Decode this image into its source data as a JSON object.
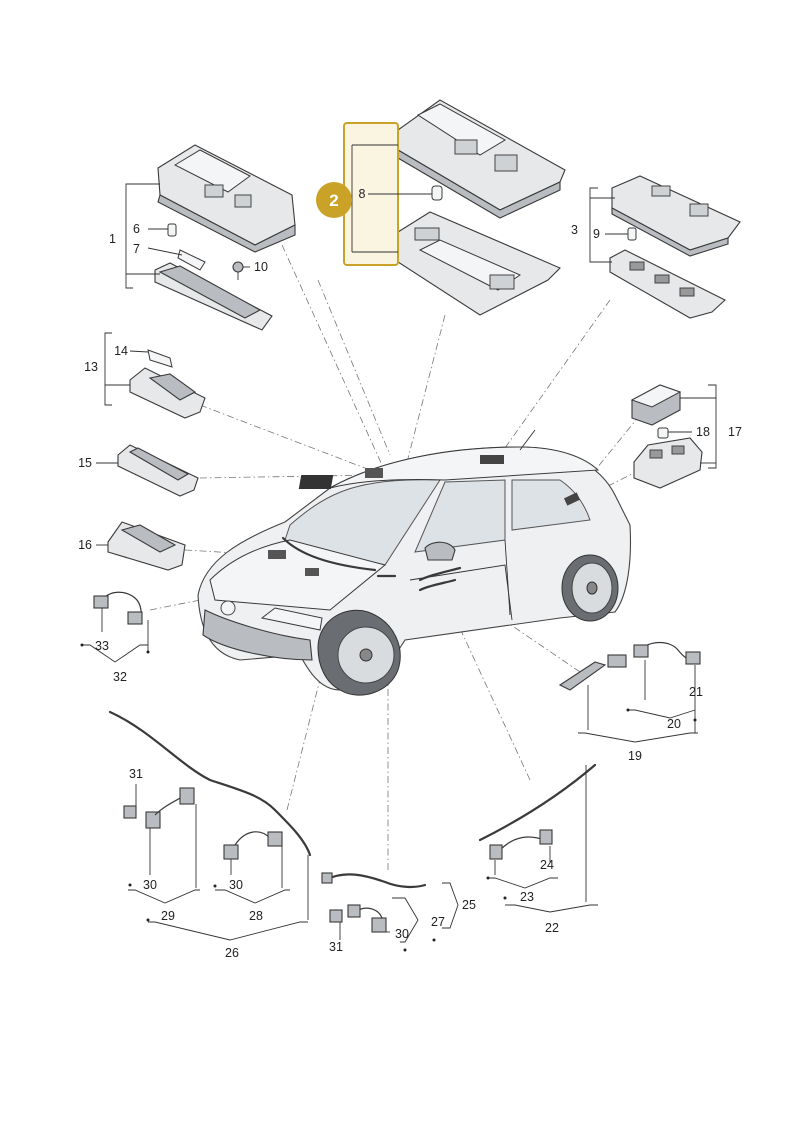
{
  "highlight": {
    "label": "2",
    "color": "#c9a227"
  },
  "callouts": [
    {
      "id": "c1",
      "text": "1"
    },
    {
      "id": "c3",
      "text": "3"
    },
    {
      "id": "c6",
      "text": "6"
    },
    {
      "id": "c7",
      "text": "7"
    },
    {
      "id": "c8",
      "text": "8"
    },
    {
      "id": "c9",
      "text": "9"
    },
    {
      "id": "c10",
      "text": "10"
    },
    {
      "id": "c13",
      "text": "13"
    },
    {
      "id": "c14",
      "text": "14"
    },
    {
      "id": "c15",
      "text": "15"
    },
    {
      "id": "c16",
      "text": "16"
    },
    {
      "id": "c17",
      "text": "17"
    },
    {
      "id": "c18",
      "text": "18"
    },
    {
      "id": "c19",
      "text": "19"
    },
    {
      "id": "c20",
      "text": "20"
    },
    {
      "id": "c21",
      "text": "21"
    },
    {
      "id": "c22",
      "text": "22"
    },
    {
      "id": "c23",
      "text": "23"
    },
    {
      "id": "c24",
      "text": "24"
    },
    {
      "id": "c25",
      "text": "25"
    },
    {
      "id": "c26",
      "text": "26"
    },
    {
      "id": "c27",
      "text": "27"
    },
    {
      "id": "c28",
      "text": "28"
    },
    {
      "id": "c29",
      "text": "29"
    },
    {
      "id": "c30a",
      "text": "30"
    },
    {
      "id": "c30b",
      "text": "30"
    },
    {
      "id": "c30c",
      "text": "30"
    },
    {
      "id": "c31a",
      "text": "31"
    },
    {
      "id": "c31b",
      "text": "31"
    },
    {
      "id": "c32",
      "text": "32"
    },
    {
      "id": "c33",
      "text": "33"
    }
  ]
}
